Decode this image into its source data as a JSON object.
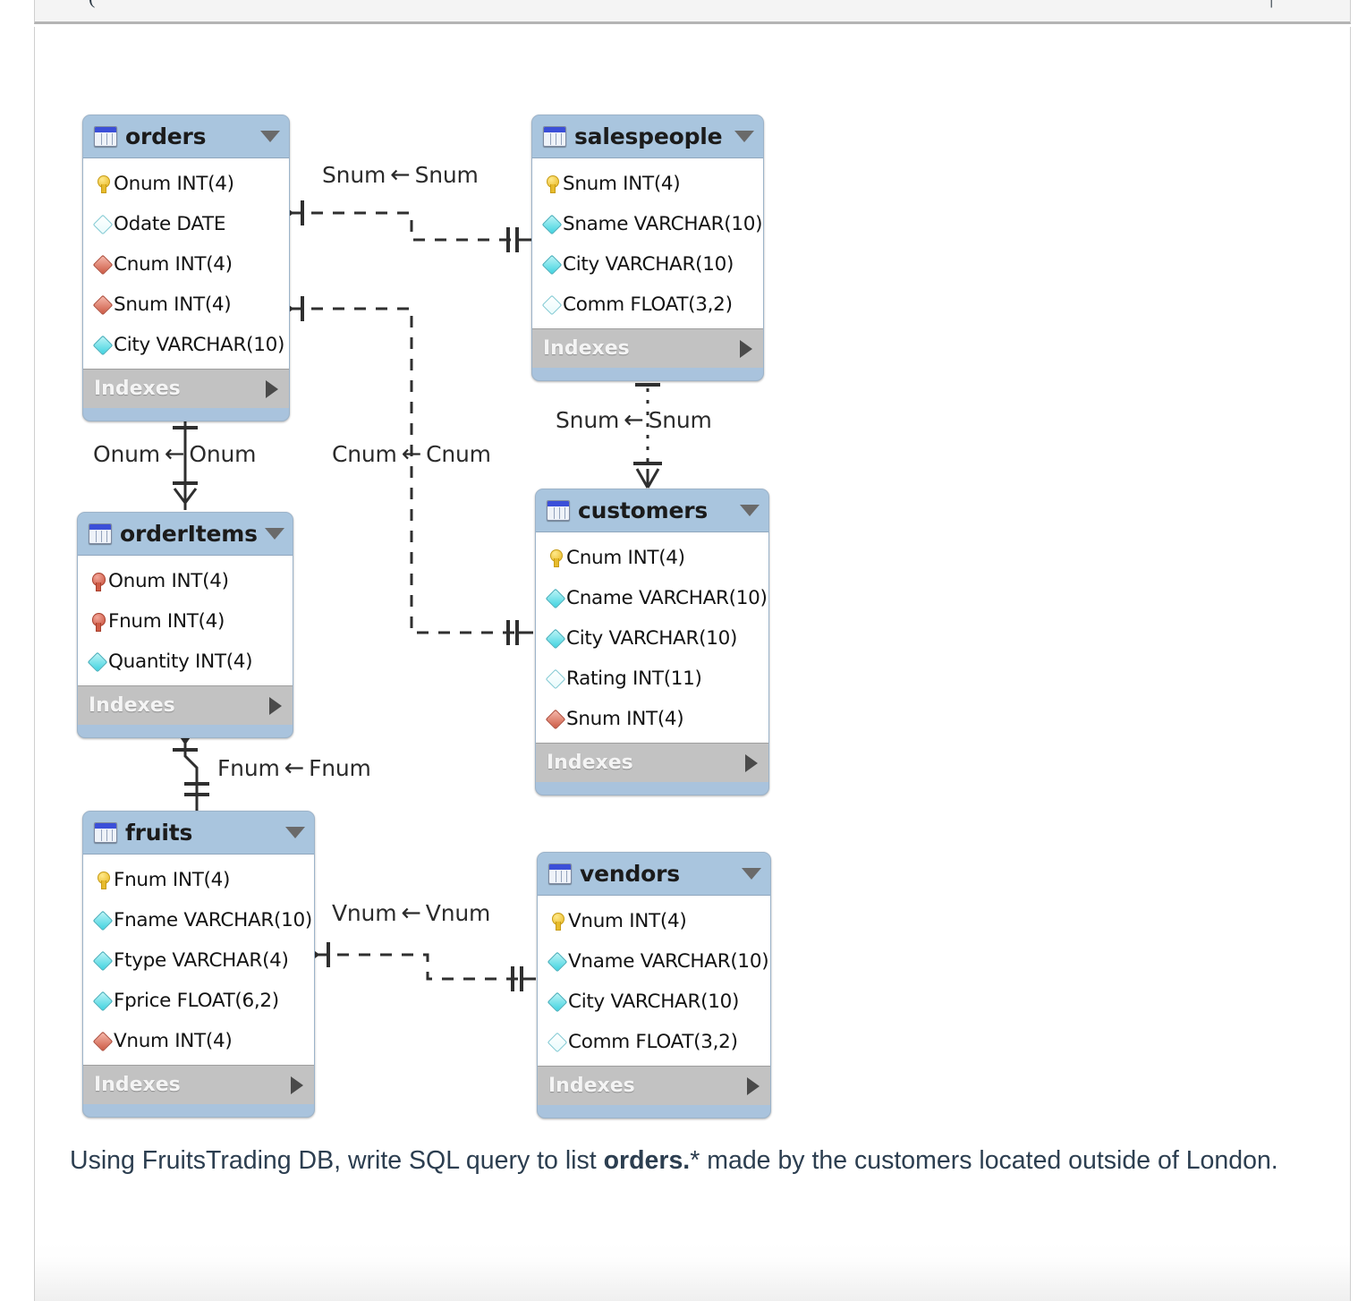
{
  "page": {
    "question_prefix": "Using FruitsTrading DB, write SQL query to list ",
    "question_bold": "orders.",
    "question_suffix": "* made by the customers located outside of London.",
    "top_strip_glyph": "("
  },
  "diagram": {
    "indexes_label": "Indexes",
    "entities": [
      {
        "name": "orders",
        "icon": "table-icon",
        "collapse_icon": "chevron-down-icon",
        "fields": [
          {
            "icon": "primary-key-icon",
            "kind": "pk",
            "text": "Onum  INT(4)"
          },
          {
            "icon": "column-icon",
            "kind": "nullable",
            "text": "Odate DATE"
          },
          {
            "icon": "foreign-key-icon",
            "kind": "fk",
            "text": "Cnum  INT(4)"
          },
          {
            "icon": "foreign-key-icon",
            "kind": "fk",
            "text": "Snum  INT(4)"
          },
          {
            "icon": "column-icon",
            "kind": "notnull",
            "text": "City VARCHAR(10)"
          }
        ]
      },
      {
        "name": "salespeople",
        "icon": "table-icon",
        "collapse_icon": "chevron-down-icon",
        "fields": [
          {
            "icon": "primary-key-icon",
            "kind": "pk",
            "text": "Snum  INT(4)"
          },
          {
            "icon": "column-icon",
            "kind": "notnull",
            "text": "Sname VARCHAR(10)"
          },
          {
            "icon": "column-icon",
            "kind": "notnull",
            "text": "City VARCHAR(10)"
          },
          {
            "icon": "column-icon",
            "kind": "nullable",
            "text": "Comm FLOAT(3,2)"
          }
        ]
      },
      {
        "name": "orderItems",
        "icon": "table-icon",
        "collapse_icon": "chevron-down-icon",
        "fields": [
          {
            "icon": "composite-key-icon",
            "kind": "pkred",
            "text": "Onum  INT(4)"
          },
          {
            "icon": "composite-key-icon",
            "kind": "pkred",
            "text": "Fnum  INT(4)"
          },
          {
            "icon": "column-icon",
            "kind": "notnull",
            "text": "Quantity INT(4)"
          }
        ]
      },
      {
        "name": "customers",
        "icon": "table-icon",
        "collapse_icon": "chevron-down-icon",
        "fields": [
          {
            "icon": "primary-key-icon",
            "kind": "pk",
            "text": "Cnum  INT(4)"
          },
          {
            "icon": "column-icon",
            "kind": "notnull",
            "text": "Cname VARCHAR(10)"
          },
          {
            "icon": "column-icon",
            "kind": "notnull",
            "text": "City VARCHAR(10)"
          },
          {
            "icon": "column-icon",
            "kind": "nullable",
            "text": "Rating INT(11)"
          },
          {
            "icon": "foreign-key-icon",
            "kind": "fk",
            "text": "Snum  INT(4)"
          }
        ]
      },
      {
        "name": "fruits",
        "icon": "table-icon",
        "collapse_icon": "chevron-down-icon",
        "fields": [
          {
            "icon": "primary-key-icon",
            "kind": "pk",
            "text": "Fnum  INT(4)"
          },
          {
            "icon": "column-icon",
            "kind": "notnull",
            "text": "Fname VARCHAR(10)"
          },
          {
            "icon": "column-icon",
            "kind": "notnull",
            "text": "Ftype VARCHAR(4)"
          },
          {
            "icon": "column-icon",
            "kind": "notnull",
            "text": "Fprice FLOAT(6,2)"
          },
          {
            "icon": "foreign-key-icon",
            "kind": "fk",
            "text": "Vnum  INT(4)"
          }
        ]
      },
      {
        "name": "vendors",
        "icon": "table-icon",
        "collapse_icon": "chevron-down-icon",
        "fields": [
          {
            "icon": "primary-key-icon",
            "kind": "pk",
            "text": "Vnum  INT(4)"
          },
          {
            "icon": "column-icon",
            "kind": "notnull",
            "text": "Vname VARCHAR(10)"
          },
          {
            "icon": "column-icon",
            "kind": "notnull",
            "text": "City VARCHAR(10)"
          },
          {
            "icon": "column-icon",
            "kind": "nullable",
            "text": "Comm FLOAT(3,2)"
          }
        ]
      }
    ],
    "relationships": [
      {
        "id": "orders-salespeople",
        "left": "Snum",
        "arrow": "←",
        "right": "Snum"
      },
      {
        "id": "orders-orderitems",
        "left": "Onum",
        "arrow": "←",
        "right": "Onum"
      },
      {
        "id": "orders-customers",
        "left": "Cnum",
        "arrow": "←",
        "right": "Cnum"
      },
      {
        "id": "salespeople-customers",
        "left": "Snum",
        "arrow": "←",
        "right": "Snum"
      },
      {
        "id": "orderitems-fruits",
        "left": "Fnum",
        "arrow": "←",
        "right": "Fnum"
      },
      {
        "id": "fruits-vendors",
        "left": "Vnum",
        "arrow": "←",
        "right": "Vnum"
      }
    ]
  }
}
